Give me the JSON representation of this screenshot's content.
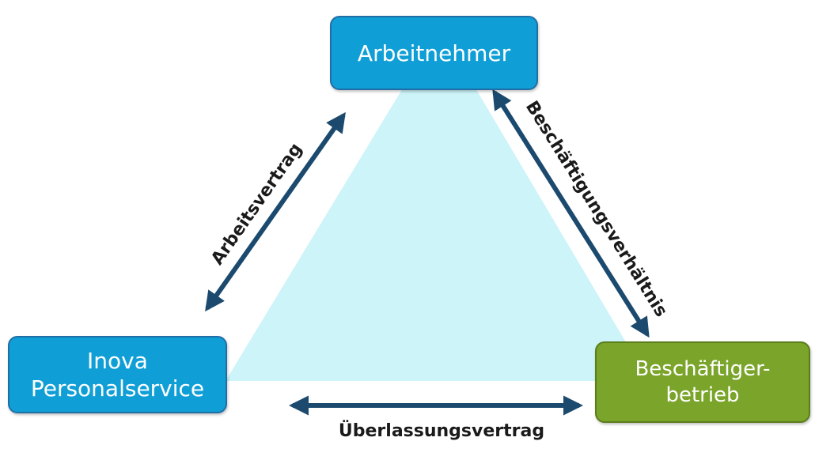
{
  "nodes": {
    "top": {
      "label": "Arbeitnehmer",
      "color": "#0f9fd6"
    },
    "left": {
      "label": "Inova\nPersonalservice",
      "color": "#0f9fd6"
    },
    "right": {
      "label": "Beschäftiger-\nbetrieb",
      "color": "#7aa42a"
    }
  },
  "edges": {
    "left": {
      "label": "Arbeitsvertrag"
    },
    "right": {
      "label": "Beschäftigungsverhältnis"
    },
    "bottom": {
      "label": "Überlassungsvertrag"
    }
  },
  "colors": {
    "triangle_fill": "#cdf4f9",
    "arrow": "#1b4a6e"
  }
}
